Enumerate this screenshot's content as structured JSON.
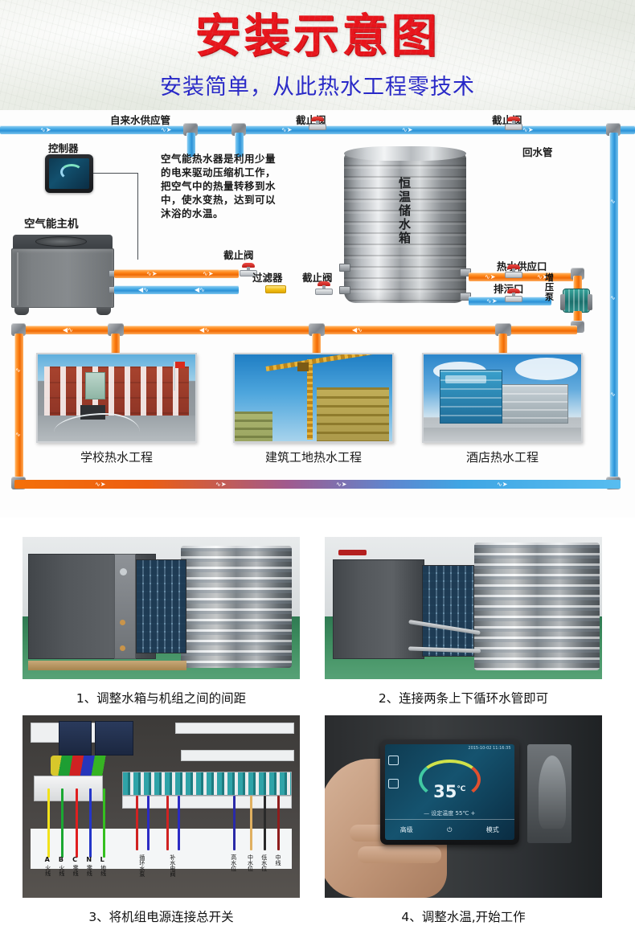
{
  "header": {
    "title": "安装示意图",
    "subtitle": "安装简单，从此热水工程零技术"
  },
  "diagram": {
    "labels": {
      "supply_pipe": "自来水供应管",
      "stop_valve_1": "截止阀",
      "stop_valve_2": "截止阀",
      "return_pipe": "回水管",
      "controller": "控制器",
      "heat_pump": "空气能主机",
      "stop_valve_3": "截止阀",
      "stop_valve_4": "截止阀",
      "filter": "过滤器",
      "tank": "恒温储水箱",
      "hot_water_outlet": "热水供应口",
      "drain_outlet": "排污口",
      "booster_pump": "增压泵"
    },
    "description": "空气能热水器是利用少量的电来驱动压缩机工作，把空气中的热量转移到水中，使水变热，达到可以沐浴的水温。",
    "tank_text_chars": [
      "恒",
      "温",
      "储",
      "水",
      "箱"
    ],
    "booster_pump_chars": [
      "增",
      "压",
      "泵"
    ],
    "projects": [
      {
        "caption": "学校热水工程"
      },
      {
        "caption": "建筑工地热水工程"
      },
      {
        "caption": "酒店热水工程"
      }
    ],
    "colors": {
      "hot_pipe": "#f5750c",
      "cold_pipe": "#3fa6e4",
      "valve_handle": "#d02a22",
      "filter_body": "#f5c21b",
      "pump_body": "#2a8c86"
    }
  },
  "steps": [
    {
      "caption": "1、调整水箱与机组之间的间距"
    },
    {
      "caption": "2、连接两条上下循环水管即可"
    },
    {
      "caption": "3、将机组电源连接总开关"
    },
    {
      "caption": "4、调整水温,开始工作"
    }
  ],
  "wiring": {
    "power_terminals": [
      {
        "letter": "A",
        "label": "火线",
        "color": "#f2e21a"
      },
      {
        "letter": "B",
        "label": "火线",
        "color": "#1aa832"
      },
      {
        "letter": "C",
        "label": "零线",
        "color": "#e01f1f"
      },
      {
        "letter": "N",
        "label": "零线",
        "color": "#2435c9"
      },
      {
        "letter": "L",
        "label": "地线",
        "color": "#35c020"
      }
    ],
    "middle_terminals": [
      {
        "label": "循环水泵",
        "color": "#d02222"
      },
      {
        "label": "补水电阀",
        "color": "#2b2bc4"
      }
    ],
    "level_terminals": [
      {
        "label": "高水位",
        "color": "#2a2aa8"
      },
      {
        "label": "中水位",
        "color": "#e0b060"
      },
      {
        "label": "低水位",
        "color": "#2a2a2a"
      },
      {
        "label": "中线",
        "color": "#8e1d1d"
      }
    ]
  },
  "controller_screen": {
    "timestamp": "2015-10-02 11:16:35",
    "current_temp": "35",
    "temp_unit": "℃",
    "set_temp_label": "设定温度",
    "set_temp_value": "55℃",
    "minus": "—",
    "plus": "+",
    "buttons": [
      "高级",
      "⏻",
      "模式"
    ]
  }
}
